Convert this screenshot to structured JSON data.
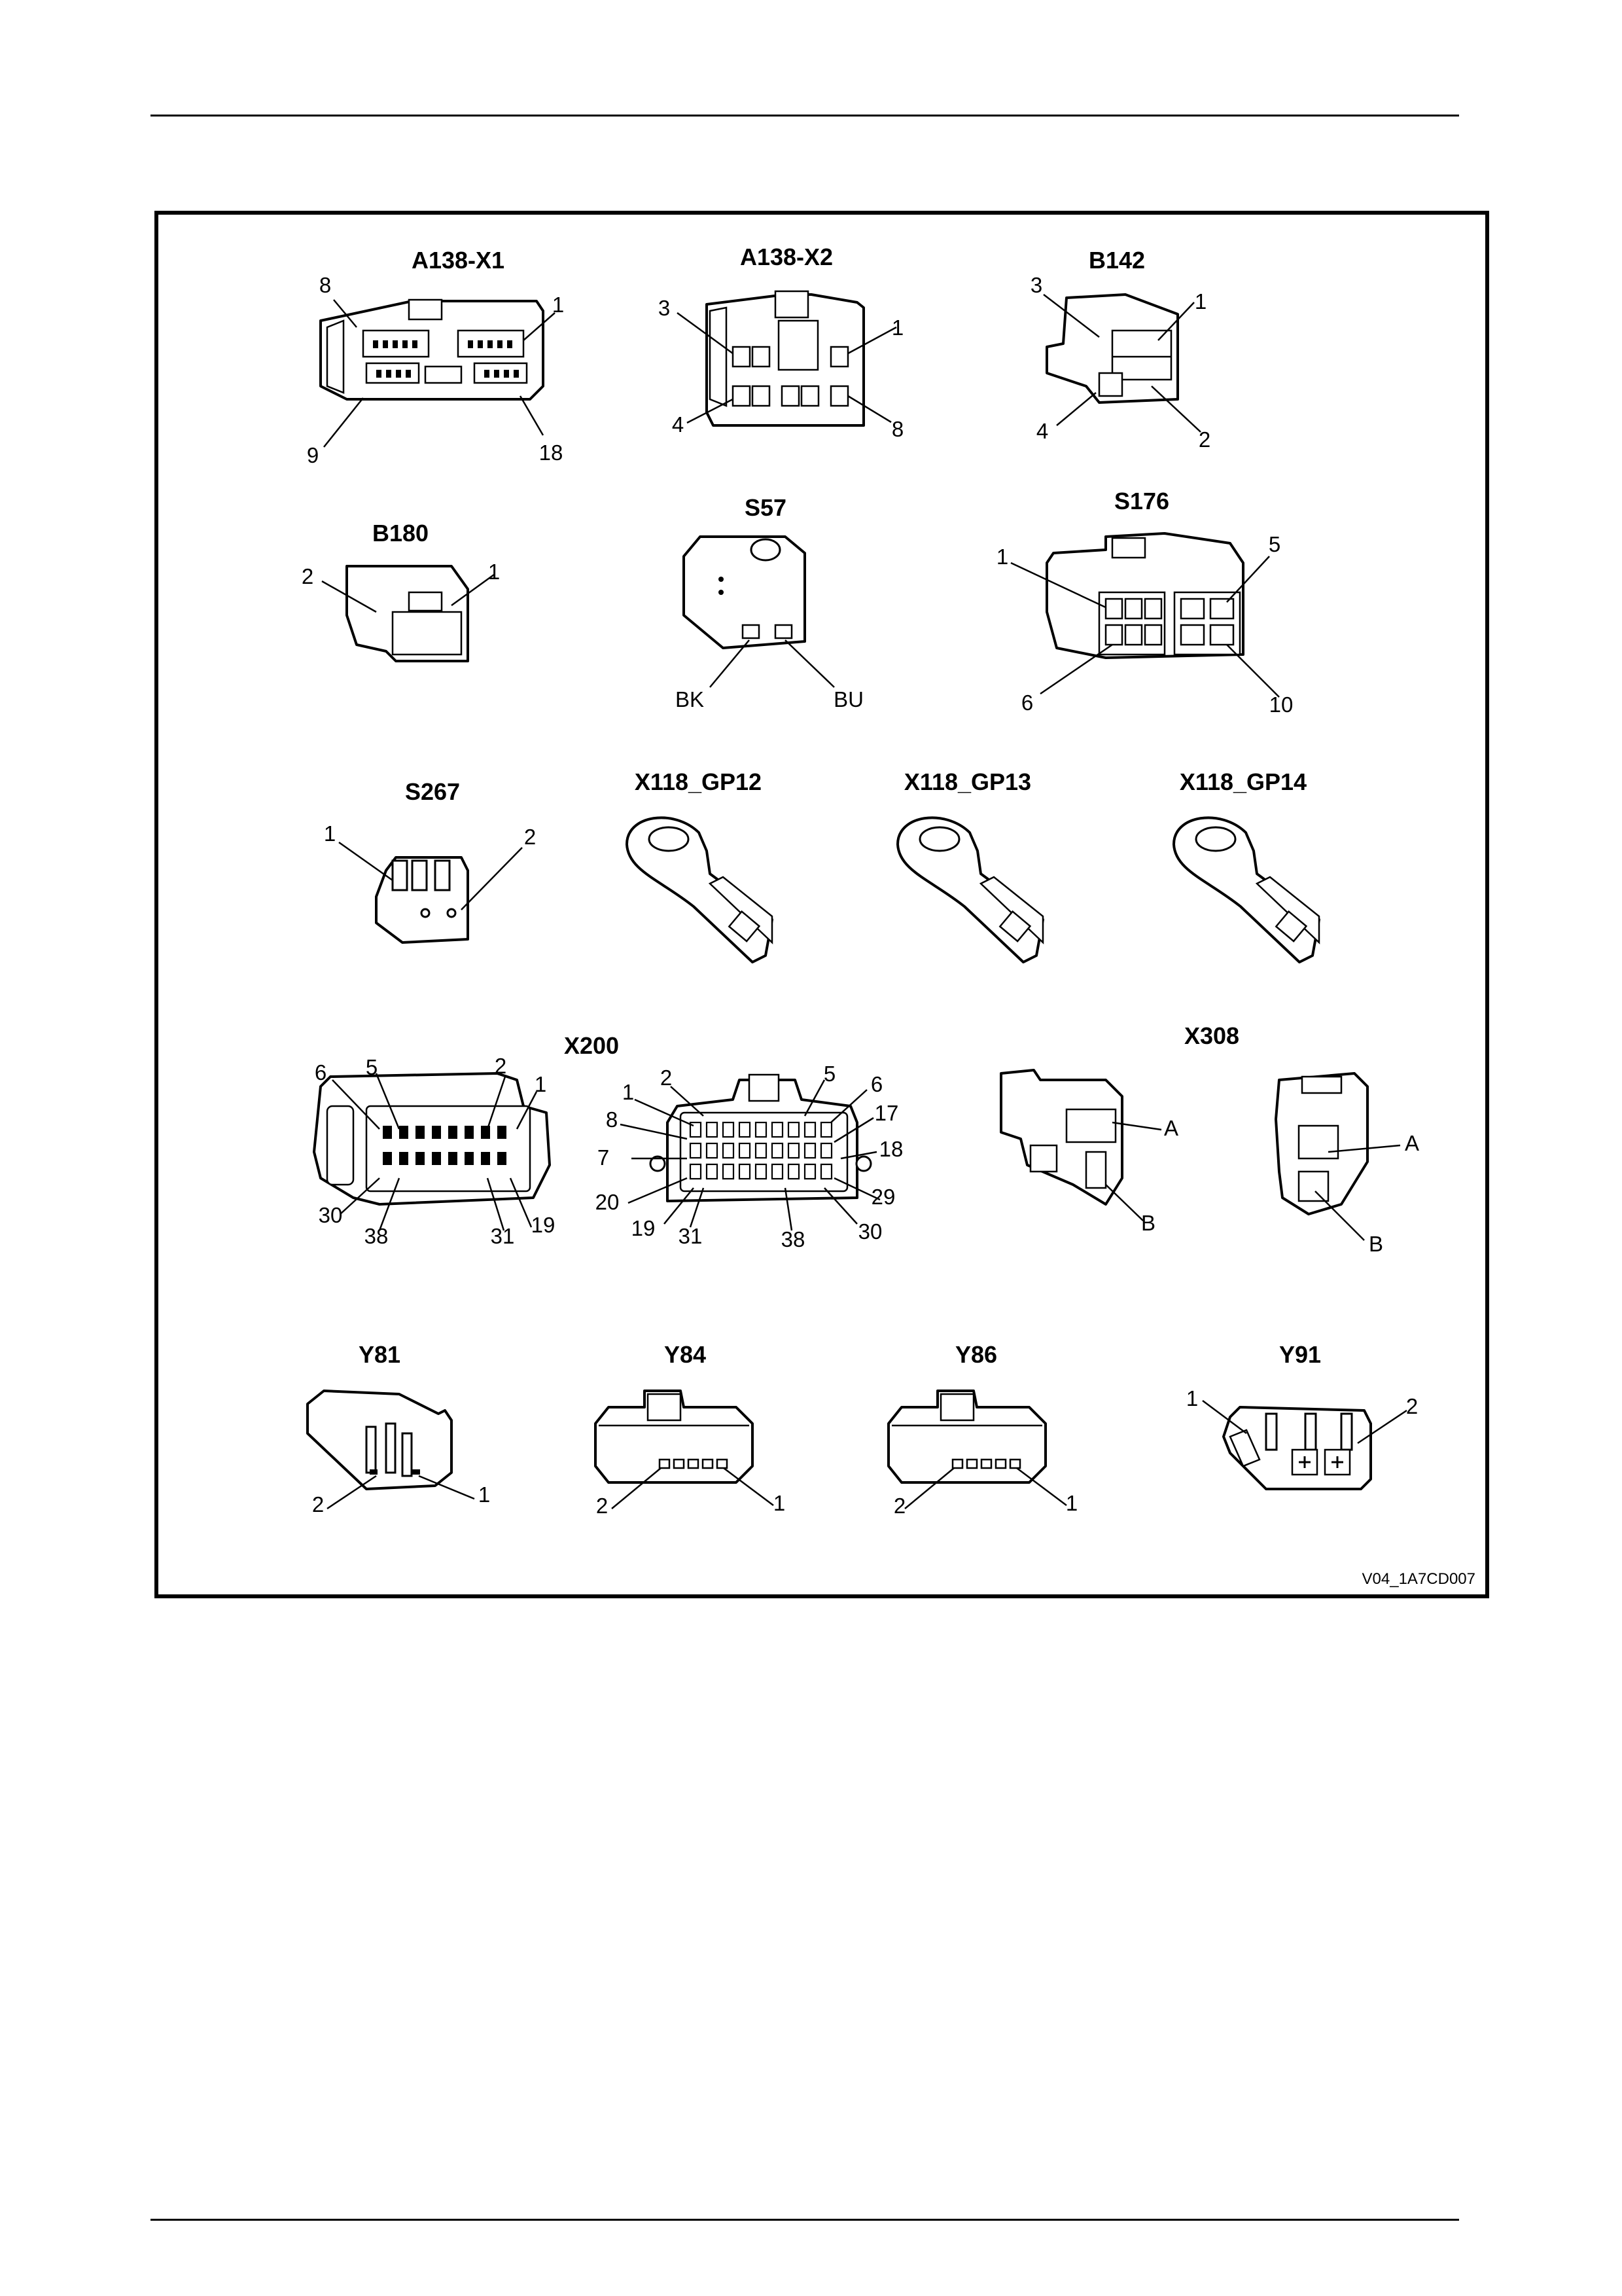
{
  "connectors": {
    "a138_x1": {
      "title": "A138-X1",
      "pins": [
        "8",
        "1",
        "9",
        "18"
      ]
    },
    "a138_x2": {
      "title": "A138-X2",
      "pins": [
        "3",
        "1",
        "4",
        "8"
      ]
    },
    "b142": {
      "title": "B142",
      "pins": [
        "3",
        "1",
        "4",
        "2"
      ]
    },
    "b180": {
      "title": "B180",
      "pins": [
        "2",
        "1"
      ]
    },
    "s57": {
      "title": "S57",
      "pins": [
        "BK",
        "BU"
      ]
    },
    "s176": {
      "title": "S176",
      "pins": [
        "1",
        "5",
        "6",
        "10"
      ]
    },
    "s267": {
      "title": "S267",
      "pins": [
        "1",
        "2"
      ]
    },
    "x118_gp12": {
      "title": "X118_GP12"
    },
    "x118_gp13": {
      "title": "X118_GP13"
    },
    "x118_gp14": {
      "title": "X118_GP14"
    },
    "x200": {
      "title": "X200",
      "left_pins": [
        "6",
        "5",
        "2",
        "1",
        "30",
        "38",
        "31",
        "19"
      ],
      "right_pins": [
        "1",
        "2",
        "5",
        "6",
        "8",
        "17",
        "7",
        "18",
        "20",
        "29",
        "19",
        "31",
        "38",
        "30"
      ]
    },
    "x308": {
      "title": "X308",
      "pins": [
        "A",
        "B",
        "A",
        "B"
      ]
    },
    "y81": {
      "title": "Y81",
      "pins": [
        "2",
        "1"
      ]
    },
    "y84": {
      "title": "Y84",
      "pins": [
        "2",
        "1"
      ]
    },
    "y86": {
      "title": "Y86",
      "pins": [
        "2",
        "1"
      ]
    },
    "y91": {
      "title": "Y91",
      "pins": [
        "1",
        "2"
      ]
    }
  },
  "figure_id": "V04_1A7CD007"
}
